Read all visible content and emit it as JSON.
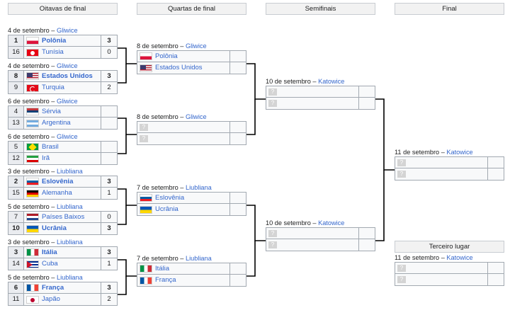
{
  "headers": {
    "round16": "Oitavas de final",
    "quarters": "Quartas de final",
    "semis": "Semifinais",
    "final": "Final",
    "third": "Terceiro lugar"
  },
  "round16": [
    {
      "date": "4 de setembro – ",
      "venue": "Gliwice",
      "teams": [
        {
          "seed": "1",
          "name": "Polônia",
          "flag": "pol-flag-icon",
          "score": "3",
          "winner": true
        },
        {
          "seed": "16",
          "name": "Tunísia",
          "flag": "tun-flag-icon",
          "score": "0",
          "winner": false
        }
      ]
    },
    {
      "date": "4 de setembro – ",
      "venue": "Gliwice",
      "teams": [
        {
          "seed": "8",
          "name": "Estados Unidos",
          "flag": "usa-flag-icon",
          "score": "3",
          "winner": true
        },
        {
          "seed": "9",
          "name": "Turquia",
          "flag": "tur-flag-icon",
          "score": "2",
          "winner": false
        }
      ]
    },
    {
      "date": "6 de setembro – ",
      "venue": "Gliwice",
      "teams": [
        {
          "seed": "4",
          "name": "Sérvia",
          "flag": "srb-flag-icon",
          "score": "",
          "winner": false
        },
        {
          "seed": "13",
          "name": "Argentina",
          "flag": "arg-flag-icon",
          "score": "",
          "winner": false
        }
      ]
    },
    {
      "date": "6 de setembro – ",
      "venue": "Gliwice",
      "teams": [
        {
          "seed": "5",
          "name": "Brasil",
          "flag": "bra-flag-icon",
          "score": "",
          "winner": false
        },
        {
          "seed": "12",
          "name": "Irã",
          "flag": "irn-flag-icon",
          "score": "",
          "winner": false
        }
      ]
    },
    {
      "date": "3 de setembro – ",
      "venue": "Liubliana",
      "teams": [
        {
          "seed": "2",
          "name": "Eslovênia",
          "flag": "svn-flag-icon",
          "score": "3",
          "winner": true
        },
        {
          "seed": "15",
          "name": "Alemanha",
          "flag": "ger-flag-icon",
          "score": "1",
          "winner": false
        }
      ]
    },
    {
      "date": "5 de setembro – ",
      "venue": "Liubliana",
      "teams": [
        {
          "seed": "7",
          "name": "Países Baixos",
          "flag": "ned-flag-icon",
          "score": "0",
          "winner": false
        },
        {
          "seed": "10",
          "name": "Ucrânia",
          "flag": "ukr-flag-icon",
          "score": "3",
          "winner": true
        }
      ]
    },
    {
      "date": "3 de setembro – ",
      "venue": "Liubliana",
      "teams": [
        {
          "seed": "3",
          "name": "Itália",
          "flag": "ita-flag-icon",
          "score": "3",
          "winner": true
        },
        {
          "seed": "14",
          "name": "Cuba",
          "flag": "cub-flag-icon",
          "score": "1",
          "winner": false
        }
      ]
    },
    {
      "date": "5 de setembro – ",
      "venue": "Liubliana",
      "teams": [
        {
          "seed": "6",
          "name": "França",
          "flag": "fra-flag-icon",
          "score": "3",
          "winner": true
        },
        {
          "seed": "11",
          "name": "Japão",
          "flag": "jpn-flag-icon",
          "score": "2",
          "winner": false
        }
      ]
    }
  ],
  "quarters": [
    {
      "date": "8 de setembro – ",
      "venue": "Gliwice",
      "teams": [
        {
          "name": "Polônia",
          "flag": "pol-flag-icon",
          "score": ""
        },
        {
          "name": "Estados Unidos",
          "flag": "usa-flag-icon",
          "score": ""
        }
      ]
    },
    {
      "date": "8 de setembro – ",
      "venue": "Gliwice",
      "teams": [
        {
          "name": "?",
          "flag": "",
          "score": ""
        },
        {
          "name": "?",
          "flag": "",
          "score": ""
        }
      ]
    },
    {
      "date": "7 de setembro – ",
      "venue": "Liubliana",
      "teams": [
        {
          "name": "Eslovênia",
          "flag": "svn-flag-icon",
          "score": ""
        },
        {
          "name": "Ucrânia",
          "flag": "ukr-flag-icon",
          "score": ""
        }
      ]
    },
    {
      "date": "7 de setembro – ",
      "venue": "Liubliana",
      "teams": [
        {
          "name": "Itália",
          "flag": "ita-flag-icon",
          "score": ""
        },
        {
          "name": "França",
          "flag": "fra-flag-icon",
          "score": ""
        }
      ]
    }
  ],
  "semis": [
    {
      "date": "10 de setembro – ",
      "venue": "Katowice",
      "teams": [
        {
          "name": "?",
          "flag": "",
          "score": ""
        },
        {
          "name": "?",
          "flag": "",
          "score": ""
        }
      ]
    },
    {
      "date": "10 de setembro – ",
      "venue": "Katowice",
      "teams": [
        {
          "name": "?",
          "flag": "",
          "score": ""
        },
        {
          "name": "?",
          "flag": "",
          "score": ""
        }
      ]
    }
  ],
  "final": {
    "date": "11 de setembro – ",
    "venue": "Katowice",
    "teams": [
      {
        "name": "?",
        "flag": "",
        "score": ""
      },
      {
        "name": "?",
        "flag": "",
        "score": ""
      }
    ]
  },
  "third": {
    "date": "11 de setembro – ",
    "venue": "Katowice",
    "teams": [
      {
        "name": "?",
        "flag": "",
        "score": ""
      },
      {
        "name": "?",
        "flag": "",
        "score": ""
      }
    ]
  }
}
